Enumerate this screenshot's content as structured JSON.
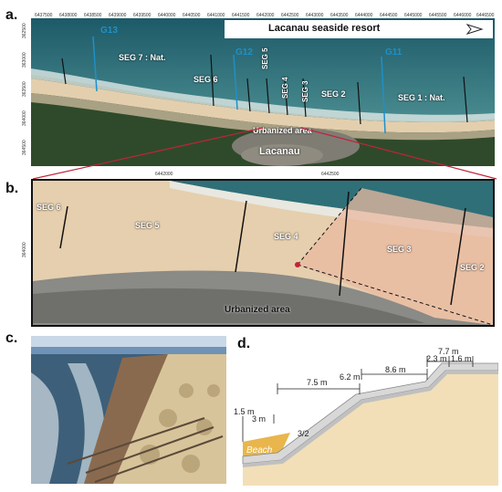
{
  "labels": {
    "a": "a.",
    "b": "b.",
    "c": "c.",
    "d": "d."
  },
  "panel_a": {
    "title": "Lacanau seaside resort",
    "x_ticks": [
      "6437500",
      "6438000",
      "6438500",
      "6439000",
      "6439500",
      "6440000",
      "6440500",
      "6441000",
      "6441500",
      "6442000",
      "6442500",
      "6443000",
      "6443500",
      "6444000",
      "6444500",
      "6445000",
      "6445500",
      "6446000",
      "6446500"
    ],
    "y_ticks": [
      "362500",
      "363000",
      "363500",
      "364000",
      "364500"
    ],
    "segments": [
      "SEG 7 : Nat.",
      "SEG 6",
      "SEG 5",
      "SEG 4",
      "SEG 3",
      "SEG 2",
      "SEG 1 : Nat."
    ],
    "profiles": [
      "G13",
      "G12",
      "G11"
    ],
    "urban": "Urbanized area",
    "town": "Lacanau"
  },
  "panel_b": {
    "x_ticks": [
      "6442000",
      "6442500"
    ],
    "y_tick": "364000",
    "segments": [
      "SEG 6",
      "SEG 5",
      "SEG 4",
      "SEG 3",
      "SEG 2"
    ],
    "urban": "Urbanized area"
  },
  "panel_d": {
    "dims": [
      "1.5 m",
      "3 m",
      "7.5 m",
      "6.2 m",
      "8.6 m",
      "7.7 m",
      "2.3 m",
      "1.6 m",
      "3/2"
    ],
    "beach": "Beach"
  },
  "colors": {
    "sea": "#2f6f78",
    "sand": "#e8d5b5",
    "forest": "#3c4a33",
    "profile": "#1e90c8",
    "seg3": "#e9b9a0"
  }
}
